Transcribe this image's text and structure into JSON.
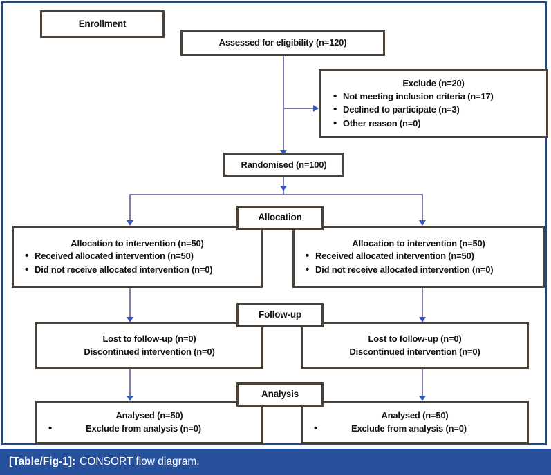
{
  "figure": {
    "caption_label": "[Table/Fig-1]:",
    "caption_text": "CONSORT flow diagram.",
    "colors": {
      "frame_border": "#2c4672",
      "box_border": "#4a4036",
      "connector_line": "#7b7bb0",
      "arrow_head": "#3355cc",
      "caption_bar": "#27509c",
      "background": "#ffffff"
    }
  },
  "stages": {
    "enrollment": "Enrollment",
    "allocation": "Allocation",
    "followup": "Follow-up",
    "analysis": "Analysis"
  },
  "nodes": {
    "assessed": {
      "title": "Assessed for eligibility (n=120)"
    },
    "exclude": {
      "title": "Exclude (n=20)",
      "items": [
        "Not meeting inclusion criteria (n=17)",
        "Declined to participate (n=3)",
        "Other reason (n=0)"
      ]
    },
    "randomised": {
      "title": "Randomised (n=100)"
    },
    "allocation_left": {
      "title": "Allocation to intervention (n=50)",
      "items": [
        "Received allocated intervention (n=50)",
        "Did not receive allocated intervention (n=0)"
      ]
    },
    "allocation_right": {
      "title": "Allocation to intervention (n=50)",
      "items": [
        "Received allocated intervention (n=50)",
        "Did not receive allocated intervention (n=0)"
      ]
    },
    "followup_left": {
      "line1": "Lost to follow-up (n=0)",
      "line2": "Discontinued intervention (n=0)"
    },
    "followup_right": {
      "line1": "Lost to follow-up (n=0)",
      "line2": "Discontinued intervention (n=0)"
    },
    "analysis_left": {
      "title": "Analysed (n=50)",
      "items": [
        "Exclude from analysis (n=0)"
      ]
    },
    "analysis_right": {
      "title": "Analysed (n=50)",
      "items": [
        "Exclude from analysis (n=0)"
      ]
    }
  }
}
